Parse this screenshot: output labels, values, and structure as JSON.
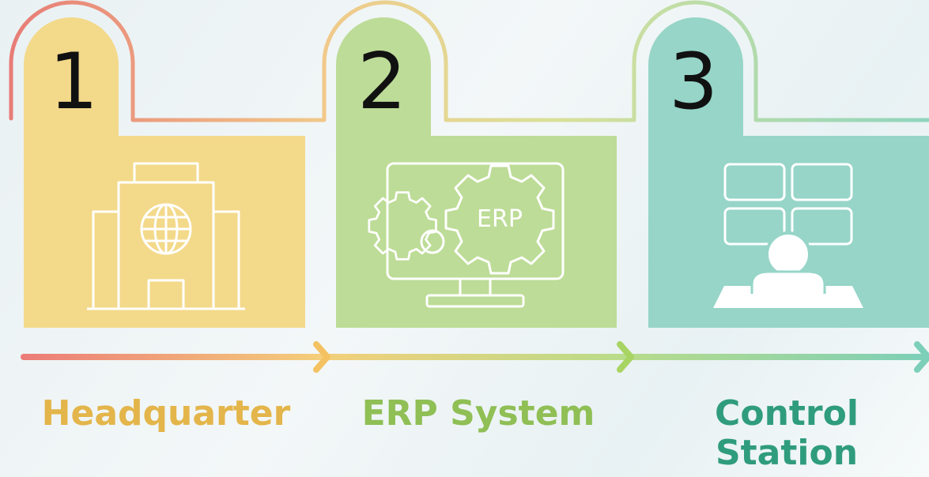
{
  "steps": [
    {
      "number": "1",
      "label": "Headquarter",
      "icon": "building-globe-icon",
      "color": "#f3d98a",
      "label_color": "#e3b54a"
    },
    {
      "number": "2",
      "label": "ERP System",
      "icon": "erp-monitor-icon",
      "color": "#bddc97",
      "label_color": "#8fbf55",
      "icon_text": "ERP"
    },
    {
      "number": "3",
      "label": "Control Station",
      "icon": "control-station-icon",
      "color": "#96d5c8",
      "label_color": "#2f9c7d"
    }
  ],
  "colors": {
    "line_start": "#ec7b78",
    "line_mid": "#f4cf7a",
    "line_end": "#7ccfb8"
  }
}
